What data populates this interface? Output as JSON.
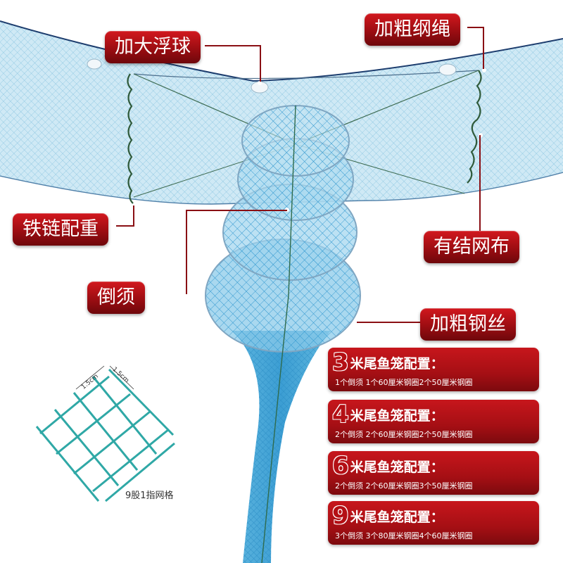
{
  "labels": {
    "float": "加大浮球",
    "rope": "加粗纲绳",
    "chain": "铁链配重",
    "knot_net": "有结网布",
    "funnel": "倒须",
    "steel_wire": "加粗钢丝"
  },
  "configs": [
    {
      "number": "3",
      "title": "米尾鱼笼配置：",
      "detail": "1个倒须    1个60厘米钢圈2个50厘米钢圈"
    },
    {
      "number": "4",
      "title": "米尾鱼笼配置：",
      "detail": "2个倒须    2个60厘米钢圈2个50厘米钢圈"
    },
    {
      "number": "6",
      "title": "米尾鱼笼配置：",
      "detail": "2个倒须    2个60厘米钢圈3个50厘米钢圈"
    },
    {
      "number": "9",
      "title": "米尾鱼笼配置：",
      "detail": "3个倒须    3个80厘米钢圈4个60厘米钢圈"
    }
  ],
  "mesh": {
    "caption": "9股1指网格",
    "dim_left": "1.5cm",
    "dim_right": "1.5cm"
  },
  "colors": {
    "label_red": "#b3121a",
    "net_blue": "#3ea6d6",
    "mesh_teal": "#2fa8a6"
  }
}
